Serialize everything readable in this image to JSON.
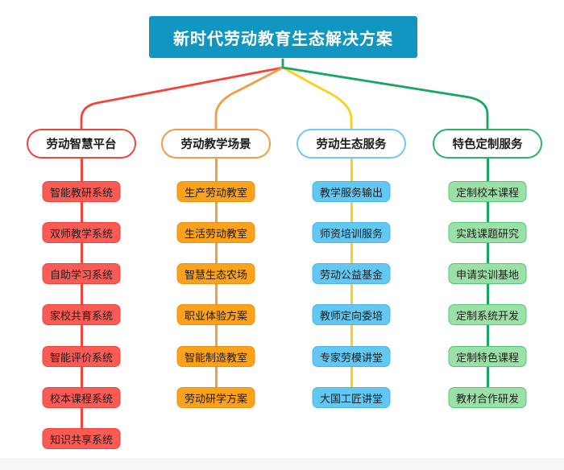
{
  "title": "新时代劳动教育生态解决方案",
  "colors": {
    "root": "#1196c1"
  },
  "branches": [
    {
      "label": "劳动智慧平台",
      "colors": {
        "line": "#f4433a",
        "header_border": "#f4433a",
        "item_fill": "#fb5b55",
        "item_border": "#f5413a"
      },
      "items": [
        "智能教研系统",
        "双师教学系统",
        "自助学习系统",
        "家校共育系统",
        "智能评价系统",
        "校本课程系统",
        "知识共享系统"
      ]
    },
    {
      "label": "劳动教学场景",
      "colors": {
        "line": "#f59b40",
        "header_border": "#f59b40",
        "item_fill": "#faa21b",
        "item_border": "#ef8e10"
      },
      "items": [
        "生产劳动教室",
        "生活劳动教室",
        "智慧生态农场",
        "职业体验方案",
        "智能制造教室",
        "劳动研学方案"
      ]
    },
    {
      "label": "劳动生态服务",
      "colors": {
        "line": "#fccf1b",
        "header_border": "#73c7f6",
        "item_fill": "#62c8f2",
        "item_border": "#47b8ec"
      },
      "items": [
        "教学服务输出",
        "师资培训服务",
        "劳动公益基金",
        "教师定向委培",
        "专家劳模讲堂",
        "大国工匠讲堂"
      ]
    },
    {
      "label": "特色定制服务",
      "colors": {
        "line": "#16a863",
        "header_border": "#2bb566",
        "item_fill": "#9be0a6",
        "item_border": "#50c878"
      },
      "items": [
        "定制校本课程",
        "实践课题研究",
        "申请实训基地",
        "定制系统开发",
        "定制特色课程",
        "教材合作研发"
      ]
    }
  ]
}
